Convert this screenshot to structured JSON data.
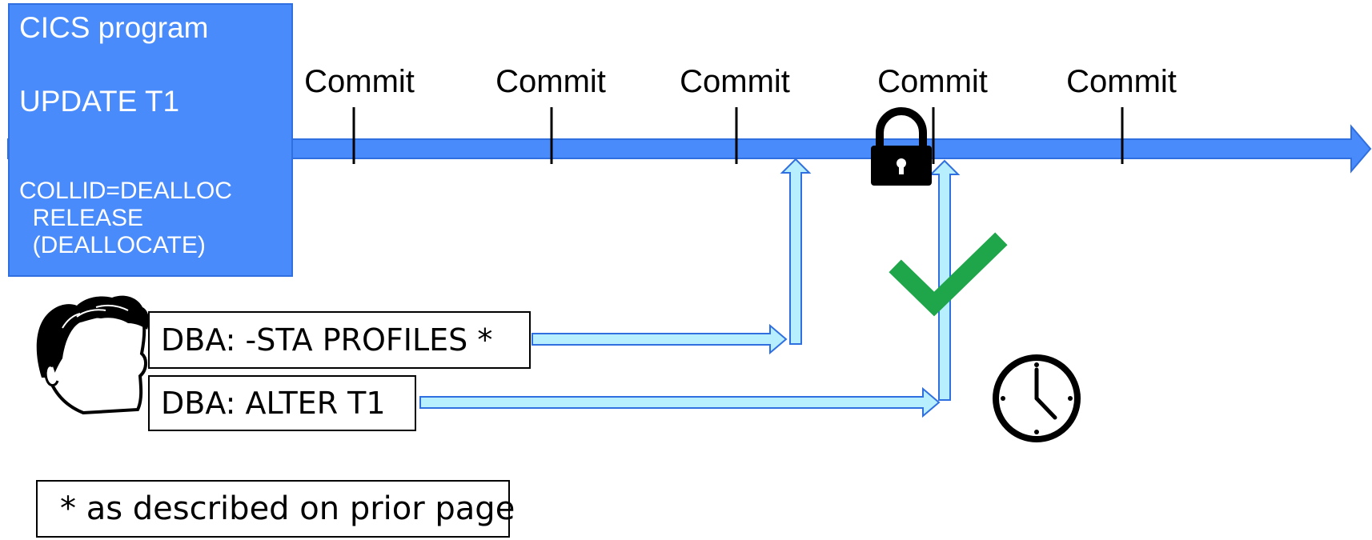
{
  "program": {
    "name": "CICS program",
    "statement": "UPDATE T1",
    "collid": "COLLID=DEALLOC",
    "release": "RELEASE",
    "release_value": "(DEALLOCATE)"
  },
  "timeline": {
    "commits": [
      "Commit",
      "Commit",
      "Commit",
      "Commit",
      "Commit"
    ]
  },
  "dba_actions": [
    {
      "text": "DBA: -STA PROFILES *"
    },
    {
      "text": "DBA: ALTER T1"
    }
  ],
  "note": "* as described on prior page",
  "icons": {
    "person": "person-head-icon",
    "lock": "lock-icon",
    "check": "checkmark-icon",
    "clock": "clock-icon"
  },
  "colors": {
    "timeline": "#4a8bfc",
    "program_box": "#4a8bfc",
    "dba_arrow_fill": "#b8efff",
    "dba_arrow_stroke": "#2f6fe0",
    "check": "#1fa64a"
  }
}
